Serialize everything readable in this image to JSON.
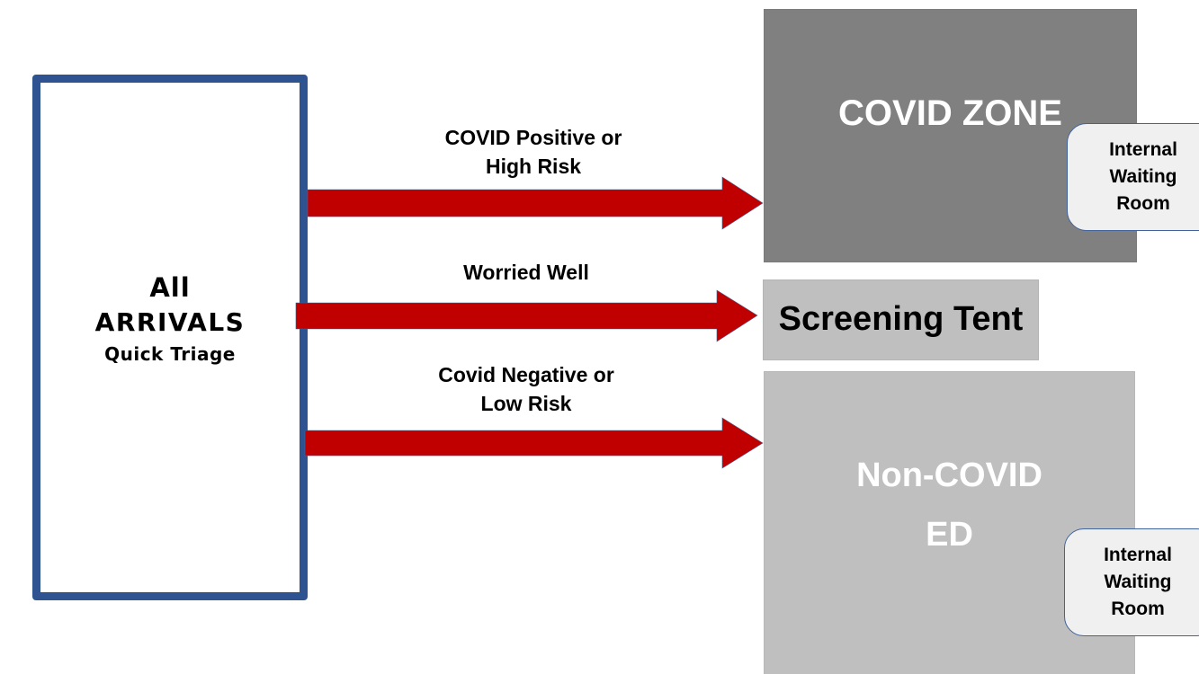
{
  "arrivals": {
    "line1": "All",
    "line2": "ARRIVALS",
    "line3": "Quick Triage"
  },
  "flows": [
    {
      "label_line1": "COVID Positive or",
      "label_line2": "High Risk",
      "target": "COVID ZONE"
    },
    {
      "label_line1": "Worried Well",
      "label_line2": "",
      "target": "Screening Tent"
    },
    {
      "label_line1": "Covid Negative or",
      "label_line2": "Low Risk",
      "target": "Non-COVID ED"
    }
  ],
  "zones": {
    "covid": {
      "title": "COVID ZONE",
      "color": "#808080"
    },
    "screening": {
      "title": "Screening Tent",
      "color": "#bfbfbf"
    },
    "noncovid": {
      "title_line1": "Non-COVID",
      "title_line2": "ED",
      "color": "#bfbfbf"
    }
  },
  "waiting_rooms": [
    {
      "line1": "Internal",
      "line2": "Waiting",
      "line3": "Room"
    },
    {
      "line1": "Internal",
      "line2": "Waiting",
      "line3": "Room"
    }
  ],
  "colors": {
    "arrow": "#c00000",
    "arrivals_border": "#2f5391",
    "waiting_room_fill": "#f0f0f0"
  }
}
